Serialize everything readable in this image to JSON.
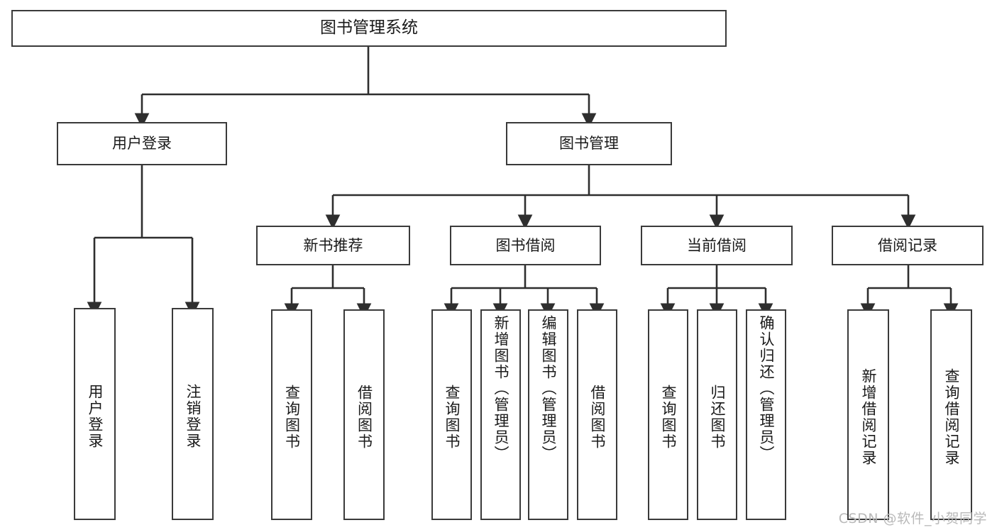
{
  "diagram": {
    "type": "tree-hierarchy",
    "title": "图书管理系统",
    "orientation": "top-down",
    "colors": {
      "node_border": "#3a3a3a",
      "node_fill": "#ffffff",
      "edge": "#2e2e2e",
      "text": "#1a1a1a",
      "watermark": "#b9b9b9",
      "background": "#ffffff"
    }
  },
  "watermark": {
    "text": "CSDN @软件_小贺同学"
  },
  "nodes": {
    "root": {
      "label": "图书管理系统",
      "level": 1
    },
    "level2": [
      {
        "id": "user-login",
        "label": "用户登录",
        "level": 2
      },
      {
        "id": "book-manage",
        "label": "图书管理",
        "level": 2
      }
    ],
    "level3": [
      {
        "id": "new-book-recommend",
        "label": "新书推荐",
        "level": 3,
        "parent": "book-manage"
      },
      {
        "id": "book-borrow",
        "label": "图书借阅",
        "level": 3,
        "parent": "book-manage"
      },
      {
        "id": "current-borrow",
        "label": "当前借阅",
        "level": 3,
        "parent": "book-manage"
      },
      {
        "id": "borrow-record",
        "label": "借阅记录",
        "level": 3,
        "parent": "book-manage"
      }
    ],
    "leaves": [
      {
        "id": "leaf-user-login",
        "label": "用户登录",
        "parent": "user-login"
      },
      {
        "id": "leaf-user-logout",
        "label": "注销登录",
        "parent": "user-login"
      },
      {
        "id": "leaf-query-book-1",
        "label": "查询图书",
        "parent": "new-book-recommend"
      },
      {
        "id": "leaf-borrow-book-1",
        "label": "借阅图书",
        "parent": "new-book-recommend"
      },
      {
        "id": "leaf-query-book-2",
        "label": "查询图书",
        "parent": "book-borrow"
      },
      {
        "id": "leaf-add-book",
        "label": "新增图书（管理员）",
        "parent": "book-borrow"
      },
      {
        "id": "leaf-edit-book",
        "label": "编辑图书（管理员）",
        "parent": "book-borrow"
      },
      {
        "id": "leaf-borrow-book-2",
        "label": "借阅图书",
        "parent": "book-borrow"
      },
      {
        "id": "leaf-query-book-3",
        "label": "查询图书",
        "parent": "current-borrow"
      },
      {
        "id": "leaf-return-book",
        "label": "归还图书",
        "parent": "current-borrow"
      },
      {
        "id": "leaf-confirm-return",
        "label": "确认归还（管理员）",
        "parent": "current-borrow"
      },
      {
        "id": "leaf-add-record",
        "label": "新增借阅记录",
        "parent": "borrow-record"
      },
      {
        "id": "leaf-query-record",
        "label": "查询借阅记录",
        "parent": "borrow-record"
      }
    ]
  }
}
